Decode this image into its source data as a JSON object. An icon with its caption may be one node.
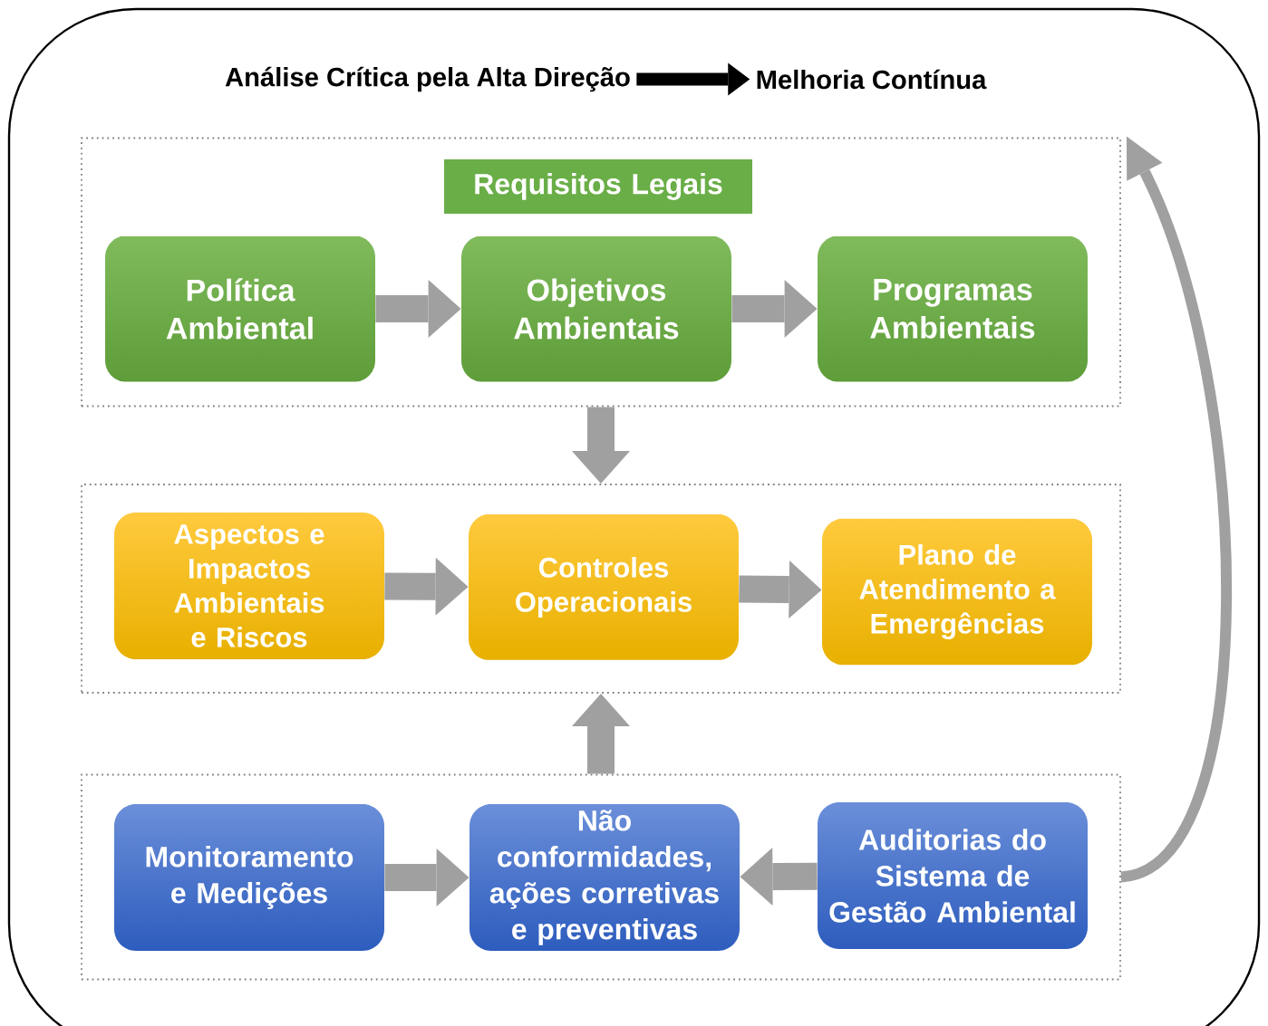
{
  "diagram": {
    "nodes": [
      {
        "text": [
          "Análise Crítica pela Alta Direção"
        ]
      },
      {
        "text": [
          "Melhoria Contínua"
        ]
      },
      {
        "text": [],
        "shape": "box"
      },
      {
        "text": [
          "Requisitos Legais"
        ],
        "in": 2
      },
      {
        "text": [
          "Política Ambiental"
        ],
        "in": 2
      },
      {
        "text": [
          "Objetivos Ambientais"
        ],
        "in": 2
      },
      {
        "text": [
          "Programas Ambientais"
        ],
        "in": 2
      },
      {
        "text": [],
        "shape": "box"
      },
      {
        "text": [
          "Aspectos e Impactos Ambientais e Riscos"
        ],
        "in": 7
      },
      {
        "text": [
          "Controles Operacionais"
        ],
        "in": 7
      },
      {
        "text": [
          "Plano de Atendimento a Emergências"
        ],
        "in": 7
      },
      {
        "text": [],
        "shape": "box"
      },
      {
        "text": [
          "Monitoramento e Medições"
        ],
        "in": 11
      },
      {
        "text": [
          "Não conformidades, ações corretivas e preventivas"
        ],
        "in": 11
      },
      {
        "text": [
          "Auditorias do Sistema de Gestão Ambiental"
        ],
        "in": 11
      }
    ],
    "edges": [
      {
        "from": 0,
        "to": 1,
        "arrow": "to",
        "color": "#000000"
      },
      {
        "from": 4,
        "to": 5,
        "arrow": "to"
      },
      {
        "from": 5,
        "to": 6,
        "arrow": "to"
      },
      {
        "from": 2,
        "to": 7,
        "arrow": "to"
      },
      {
        "from": 8,
        "to": 9,
        "arrow": "to"
      },
      {
        "from": 9,
        "to": 10,
        "arrow": "to"
      },
      {
        "from": 11,
        "to": 7,
        "arrow": "to"
      },
      {
        "from": 12,
        "to": 13,
        "arrow": "to"
      },
      {
        "from": 14,
        "to": 13,
        "arrow": "to"
      },
      {
        "from": 11,
        "to": 2,
        "arrow": "to"
      }
    ]
  }
}
